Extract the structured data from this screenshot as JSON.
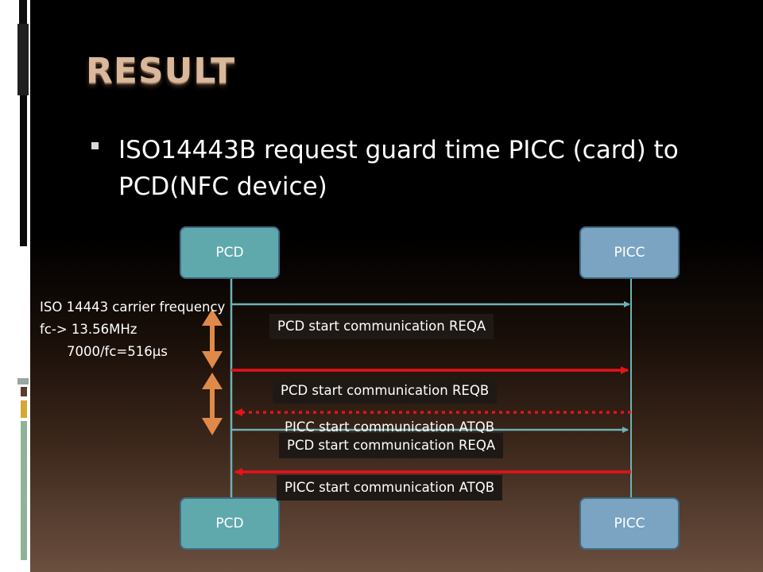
{
  "slide": {
    "title": "RESULT",
    "bullet": "ISO14443B request guard time PICC (card) to PCD(NFC device)"
  },
  "diagram": {
    "top_left_box": "PCD",
    "top_right_box": "PICC",
    "bottom_left_box": "PCD",
    "bottom_right_box": "PICC",
    "carrier_note": {
      "line1": "ISO 14443 carrier frequency",
      "line2": "fc-> 13.56MHz",
      "line3": "7000/fc=516µs"
    },
    "messages": [
      {
        "label": "PCD start communication REQA",
        "direction": "to-picc",
        "color": "#6fb1b6",
        "style": "solid"
      },
      {
        "label": "PCD start communication REQB",
        "direction": "to-picc",
        "color": "#e8121a",
        "style": "solid"
      },
      {
        "label": "PICC start communication ATQB",
        "direction": "to-pcd",
        "color": "#e8121a",
        "style": "dotted"
      },
      {
        "label": "PCD start communication REQA",
        "direction": "to-picc",
        "color": "#6fb1b6",
        "style": "solid"
      },
      {
        "label": "PICC start communication ATQB",
        "direction": "to-pcd",
        "color": "#e8121a",
        "style": "solid"
      }
    ],
    "colors": {
      "pcd_box": "#5fa9ad",
      "picc_box": "#7aa4c1",
      "lifeline": "#6fb1b6",
      "guard_arrow": "#e08a4a",
      "red_arrow": "#e8121a"
    }
  }
}
